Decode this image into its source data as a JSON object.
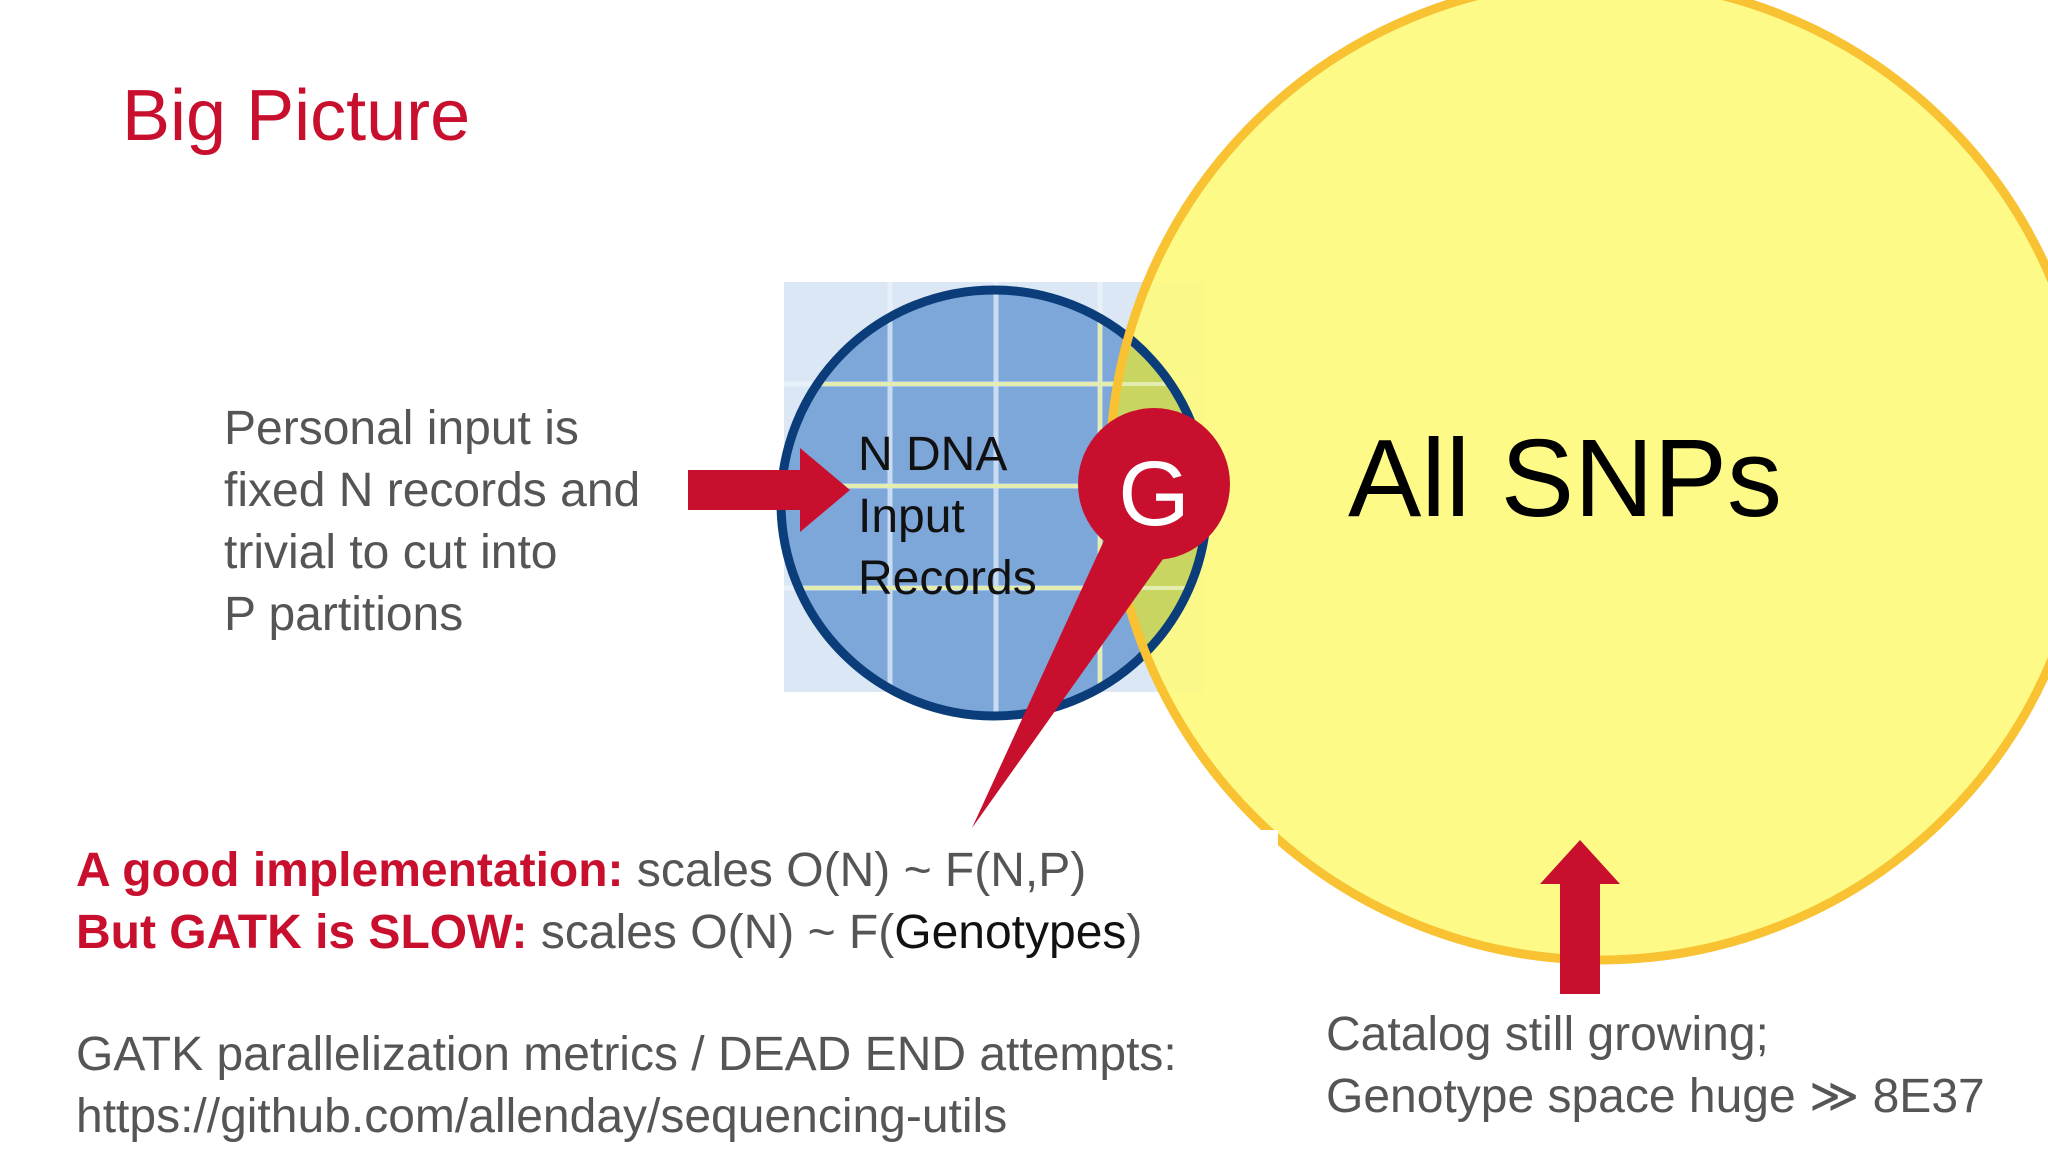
{
  "title": "Big Picture",
  "personal_input": {
    "lines": [
      "Personal input is",
      "fixed N records and",
      "trivial to cut into",
      "P partitions"
    ]
  },
  "input_records": {
    "lines": [
      "N DNA",
      "Input",
      "Records"
    ]
  },
  "genotype_marker": "G",
  "all_snps": "All SNPs",
  "scaling": {
    "good_label": "A good implementation:",
    "good_text": " scales O(N) ~ F(N,P)",
    "slow_label": "But GATK is SLOW:",
    "slow_text_before": " scales O(N) ~ F(",
    "slow_text_highlight": "Genotypes",
    "slow_text_after": ")"
  },
  "gatk_metrics": {
    "lines": [
      "GATK parallelization metrics / DEAD END attempts:",
      "https://github.com/allenday/sequencing-utils"
    ]
  },
  "catalog": {
    "lines": [
      "Catalog still growing;",
      "Genotype space huge ≫ 8E37"
    ]
  },
  "colors": {
    "title_red": "#c8102e",
    "arrow_red": "#c8102e",
    "blue_fill": "#7da7d9",
    "blue_border": "#0a3d7a",
    "yellow_fill": "#fdfa7e",
    "yellow_border": "#f8c232",
    "overlap_green": "#b9cc55",
    "text_gray": "#555555"
  }
}
